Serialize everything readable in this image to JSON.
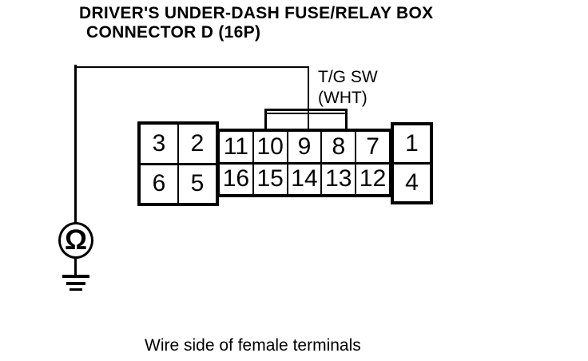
{
  "title": {
    "line1": "DRIVER'S UNDER-DASH FUSE/RELAY BOX",
    "line2": "CONNECTOR D (16P)"
  },
  "wire_label": {
    "line1": "T/G SW",
    "line2": "(WHT)"
  },
  "connector": {
    "left_block": {
      "rows": [
        [
          "3",
          "2"
        ],
        [
          "6",
          "5"
        ]
      ]
    },
    "middle_block": {
      "rows": [
        [
          "11",
          "10",
          "9",
          "8",
          "7"
        ],
        [
          "16",
          "15",
          "14",
          "13",
          "12"
        ]
      ]
    },
    "right_block": {
      "rows": [
        [
          "1"
        ],
        [
          "4"
        ]
      ]
    }
  },
  "meter": {
    "symbol": "Ω"
  },
  "caption": "Wire side of female terminals",
  "colors": {
    "ink": "#000000",
    "background": "#ffffff"
  }
}
